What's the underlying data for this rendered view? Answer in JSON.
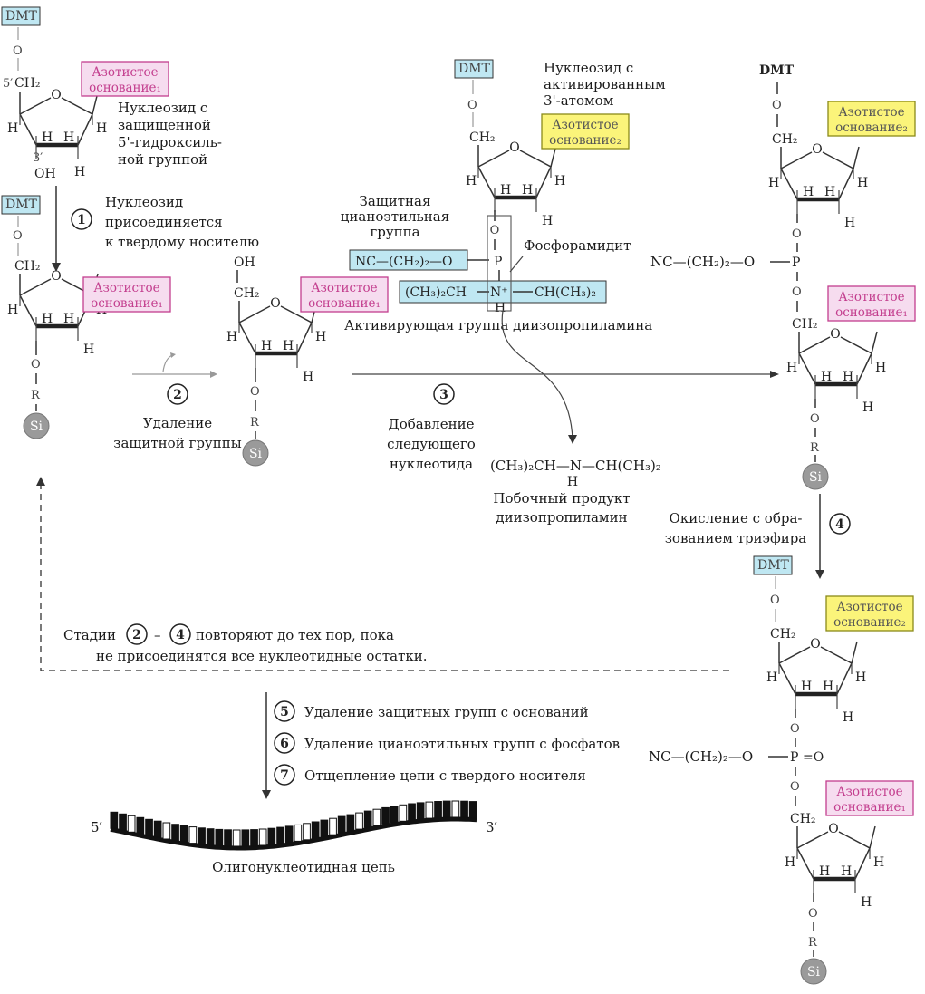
{
  "labels": {
    "dmt": "DMT",
    "base1": [
      "Азотистое",
      "основание₁"
    ],
    "base2": [
      "Азотистое",
      "основание₂"
    ],
    "nucleoside_protected": [
      "Нуклеозид с",
      "защищенной",
      "5'-гидроксиль-",
      "ной группой"
    ],
    "nucleoside_activated": [
      "Нуклеозид с",
      "активированным",
      "3'-атомом"
    ],
    "cyanoethyl_group": [
      "Защитная",
      "цианоэтильная",
      "группа"
    ],
    "phosphoramidite": "Фосфорамидит",
    "activating_group": "Активирующая группа диизопропиламина",
    "byproduct": [
      "Побочный продукт",
      "диизопропиламин"
    ],
    "oligo_chain": "Олигонуклеотидная цепь",
    "chain_5": "5′",
    "chain_3": "3′",
    "prime5": "5′",
    "prime3": "3′",
    "repeat_text": [
      "Стадии",
      "–",
      "повторяют до тех пор, пока",
      "не присоединятся все нуклеотидные остатки."
    ]
  },
  "formulas": {
    "ch2": "CH₂",
    "nc_ch2_2_o": "NC—(CH₂)₂—O",
    "nc_ch2_2_o_p": "NC—(CH₂)₂—O—P",
    "amine_left": "(CH₃)₂CH",
    "amine_n": "N⁺",
    "amine_right": "CH(CH₃)₂",
    "byproduct_formula": "(CH₃)₂CH—N—CH(CH₃)₂",
    "byproduct_h": "H",
    "p": "P",
    "o": "O",
    "oh": "OH",
    "h": "H",
    "r": "R",
    "si": "Si",
    "eq_o": "=O"
  },
  "steps": [
    {
      "num": "1",
      "text": [
        "Нуклеозид",
        "присоединяется",
        "к твердому носителю"
      ]
    },
    {
      "num": "2",
      "text": [
        "Удаление",
        "защитной группы"
      ]
    },
    {
      "num": "3",
      "text": [
        "Добавление",
        "следующего",
        "нуклеотида"
      ]
    },
    {
      "num": "4",
      "text": [
        "Окисление с обра-",
        "зованием триэфира"
      ]
    },
    {
      "num": "5",
      "text": [
        "Удаление защитных групп с оснований"
      ]
    },
    {
      "num": "6",
      "text": [
        "Удаление цианоэтильных групп с фосфатов"
      ]
    },
    {
      "num": "7",
      "text": [
        "Отщепление цепи с твердого носителя"
      ]
    }
  ],
  "chain_pattern": [
    1,
    1,
    0,
    1,
    1,
    1,
    0,
    1,
    1,
    0,
    1,
    1,
    1,
    1,
    0,
    1,
    1,
    0,
    1,
    1,
    1,
    0,
    0,
    1,
    1,
    0,
    1,
    1,
    0,
    1,
    0,
    1,
    1,
    0,
    1,
    1,
    0,
    1,
    1,
    0,
    1,
    1
  ],
  "colors": {
    "base1_fill": "#f6dcef",
    "base1_text": "#c33e8e",
    "base2_fill": "#fbf47a",
    "dmt_fill": "#bfe7f2",
    "si_fill": "#9a9a9a"
  }
}
